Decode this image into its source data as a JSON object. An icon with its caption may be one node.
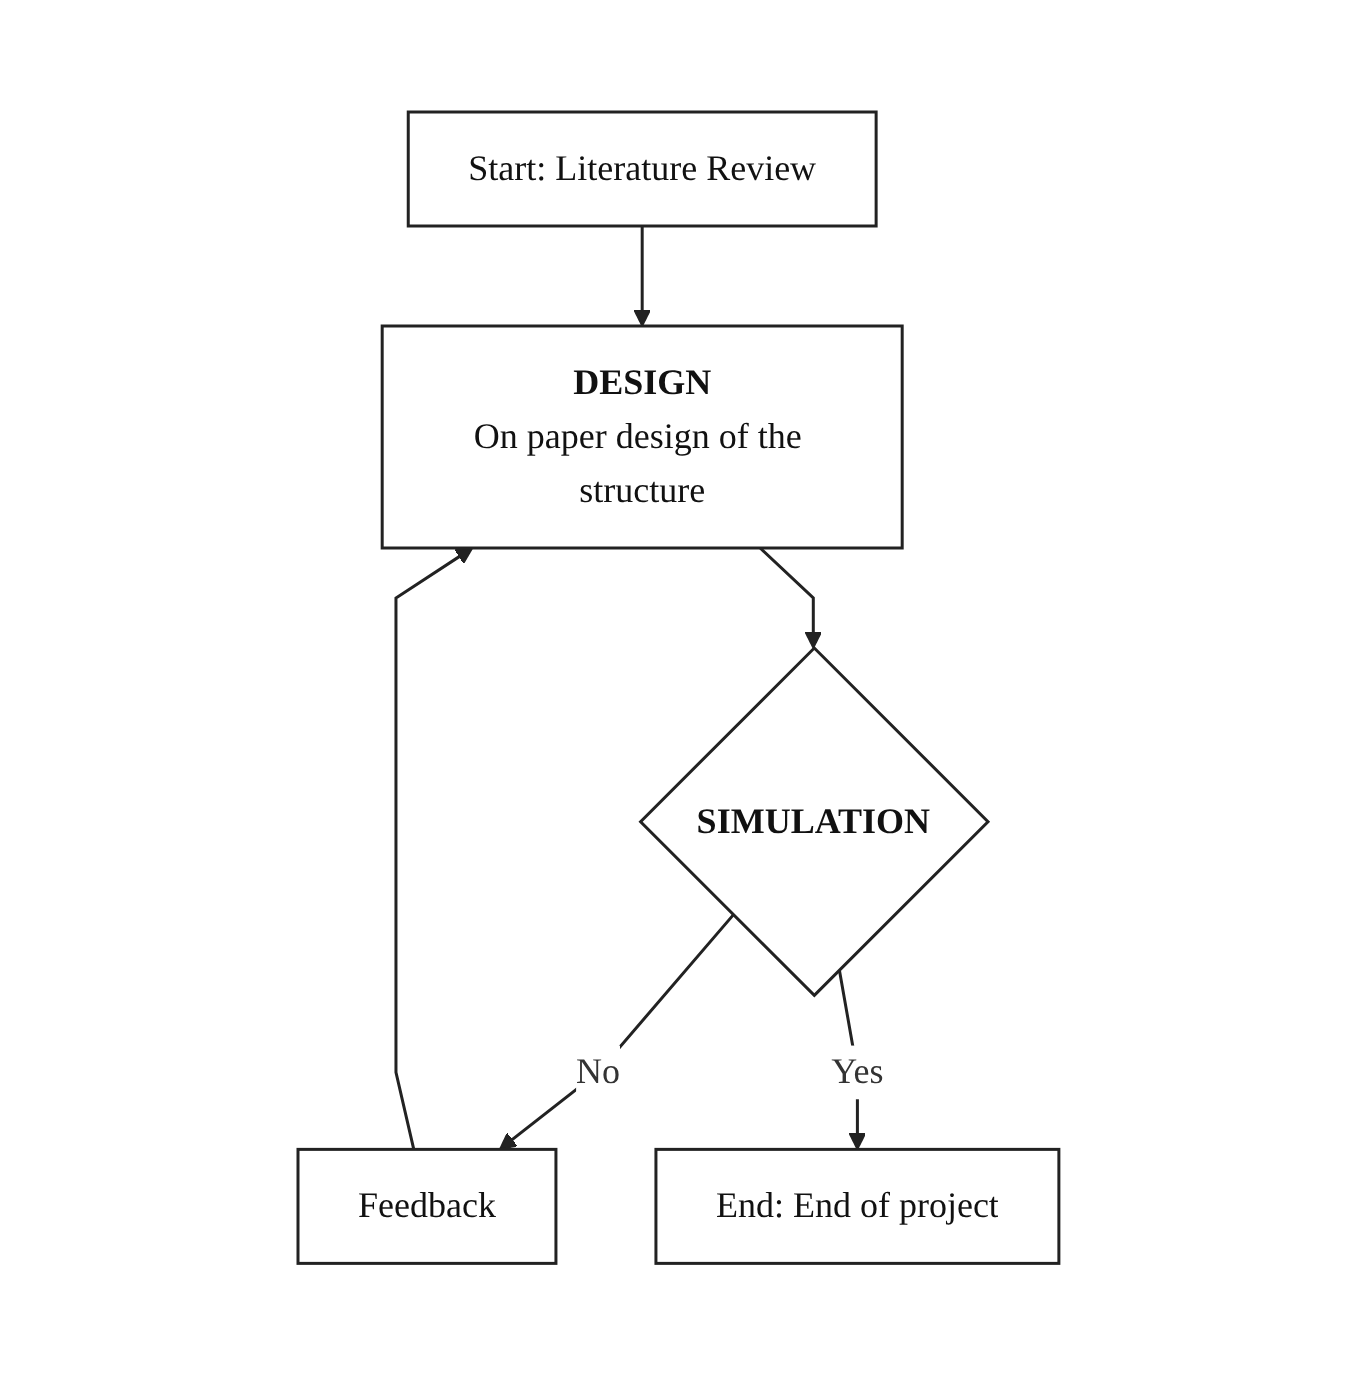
{
  "diagram": {
    "nodes": [
      {
        "text": [
          "Start: Literature Review"
        ]
      },
      {
        "text": [
          "DESIGN",
          "On paper design of the structure"
        ]
      },
      {
        "text": [
          "Feedback"
        ]
      },
      {
        "text": [
          "SIMULATION"
        ]
      },
      {
        "text": [
          "End: End of project"
        ]
      }
    ],
    "edges": [
      {
        "from": 0,
        "to": 1,
        "arrow": "to"
      },
      {
        "from": 2,
        "to": 1,
        "arrow": "to"
      },
      {
        "from": 1,
        "to": 3,
        "arrow": "to"
      },
      {
        "from": 3,
        "to": 2,
        "arrow": "to",
        "label": "No"
      },
      {
        "from": 3,
        "to": 4,
        "arrow": "to",
        "label": "Yes"
      }
    ]
  }
}
